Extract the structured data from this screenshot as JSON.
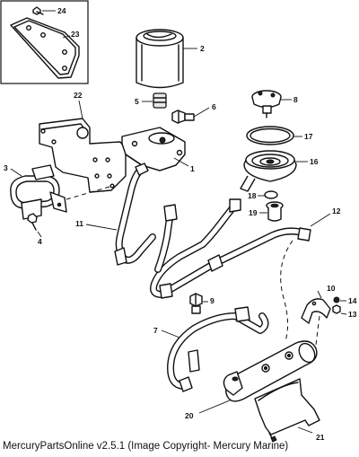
{
  "caption": "MercuryPartsOnline v2.5.1 (Image Copyright- Mercury Marine)",
  "callouts": {
    "c1": "1",
    "c2": "2",
    "c3": "3",
    "c4": "4",
    "c5": "5",
    "c6": "6",
    "c7": "7",
    "c8": "8",
    "c9": "9",
    "c10": "10",
    "c11": "11",
    "c12": "12",
    "c13": "13",
    "c14": "14",
    "c16": "16",
    "c17": "17",
    "c18": "18",
    "c19": "19",
    "c20": "20",
    "c21": "21",
    "c22": "22",
    "c23": "23",
    "c24": "24"
  },
  "parts": {
    "1": "filter-mount-adapter",
    "2": "fuel-filter-canister",
    "3": "hose-clamp-bracket",
    "4": "bracket-screw",
    "5": "filter-fitting",
    "6": "adapter-fitting",
    "7": "fuel-hose-bend",
    "8": "filter-cap-fitting",
    "9": "elbow-fitting",
    "10": "cooler-strap",
    "11": "fuel-line-11",
    "12": "fuel-line-12",
    "13": "strap-nut",
    "14": "strap-washer",
    "16": "filter-bowl-base",
    "17": "o-ring-seal",
    "18": "small-o-ring",
    "19": "sleeve-bushing",
    "20": "fuel-cooler",
    "21": "cooler-mount-bracket",
    "22": "mounting-bracket-plate",
    "23": "brace-plate",
    "24": "brace-screw"
  }
}
